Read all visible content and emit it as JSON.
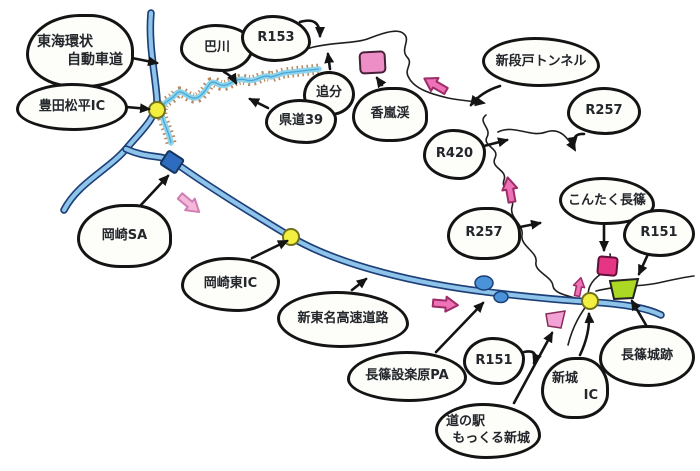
{
  "map": {
    "labels": {
      "tokai_kanjo": {
        "line1": "東海環状",
        "line2": "自動車道"
      },
      "toyota_matsudaira_ic": {
        "text": "豊田松平IC"
      },
      "tomoe_river": {
        "text": "巴川"
      },
      "r153": {
        "text": "R153"
      },
      "oiwake": {
        "text": "追分"
      },
      "kendo_39": {
        "text": "県道39"
      },
      "korankei": {
        "text": "香嵐渓"
      },
      "shindando_tunnel": {
        "text": "新段戸トンネル"
      },
      "r257_north": {
        "text": "R257"
      },
      "r420": {
        "text": "R420"
      },
      "r257_mid": {
        "text": "R257"
      },
      "kontaku_nagashino": {
        "text": "こんたく長篠"
      },
      "r151_north": {
        "text": "R151"
      },
      "okazaki_sa": {
        "text": "岡崎SA"
      },
      "okazaki_higashi_ic": {
        "text": "岡崎東IC"
      },
      "shin_tomei_expressway": {
        "text": "新東名高速道路"
      },
      "nagashino_shitaragahara_pa": {
        "text": "長篠設楽原PA"
      },
      "r151_south": {
        "text": "R151"
      },
      "shinshiro_ic": {
        "line1": "新城",
        "line2": "IC"
      },
      "nagashino_castle_ruins": {
        "text": "長篠城跡"
      },
      "michinoeki": {
        "line1": "道の駅",
        "line2": "もっくる新城"
      }
    },
    "palette": {
      "paper": "#ffffff",
      "bubble_fill": "#fdfdf9",
      "ink": "#141414",
      "highway_casing": "#1c3f77",
      "highway_fill": "#8ec3ea",
      "river_water": "#8ed4ec",
      "river_bank": "#b9895c",
      "interchange_dot": "#f3ef40",
      "sa_square_blue": "#2e6cc0",
      "pa_bump_blue": "#4a93d9",
      "pink_light": "#f6b8d9",
      "pink_mid": "#ee72b5",
      "pink_dark": "#9c2d68",
      "korankei_square_pink": "#ee8ec6",
      "kontaku_square_magenta": "#e73585",
      "castle_square_green": "#abd823",
      "michinoeki_square_pink": "#f0a3d4"
    }
  }
}
